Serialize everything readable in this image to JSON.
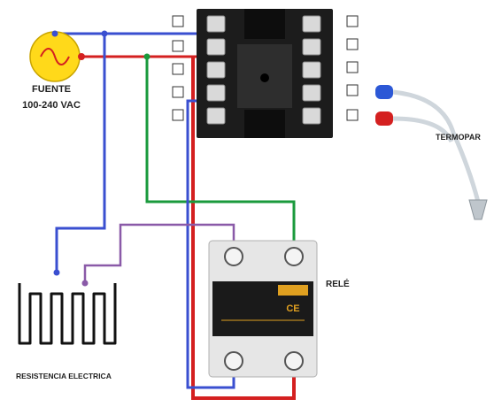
{
  "labels": {
    "fuente_line1": "FUENTE",
    "fuente_line2": "100-240 VAC",
    "termopar": "TERMOPAR",
    "rele": "RELÉ",
    "resistencia": "RESISTENCIA ELECTRICA"
  },
  "relay_face": {
    "line1": "",
    "line2": "",
    "brand": "",
    "mark": "CE"
  },
  "colors": {
    "live_wire": "#d42020",
    "neutral_wire": "#3a4fd0",
    "signal_wire": "#1a9a3c",
    "heater_wire": "#8a5aa8",
    "controller_body": "#1c1c1c",
    "terminal": "#d9d9d9",
    "power_symbol": "#ffd91a",
    "relay_body": "#e6e6e6",
    "relay_face": "#1a1a1a",
    "relay_text": "#e0a020",
    "heater": "#111111"
  },
  "components": {
    "power_source": "ac-sine-icon",
    "controller": "temperature-controller",
    "thermocouple": "thermocouple-probe",
    "relay": "solid-state-relay",
    "heater": "heating-element"
  }
}
